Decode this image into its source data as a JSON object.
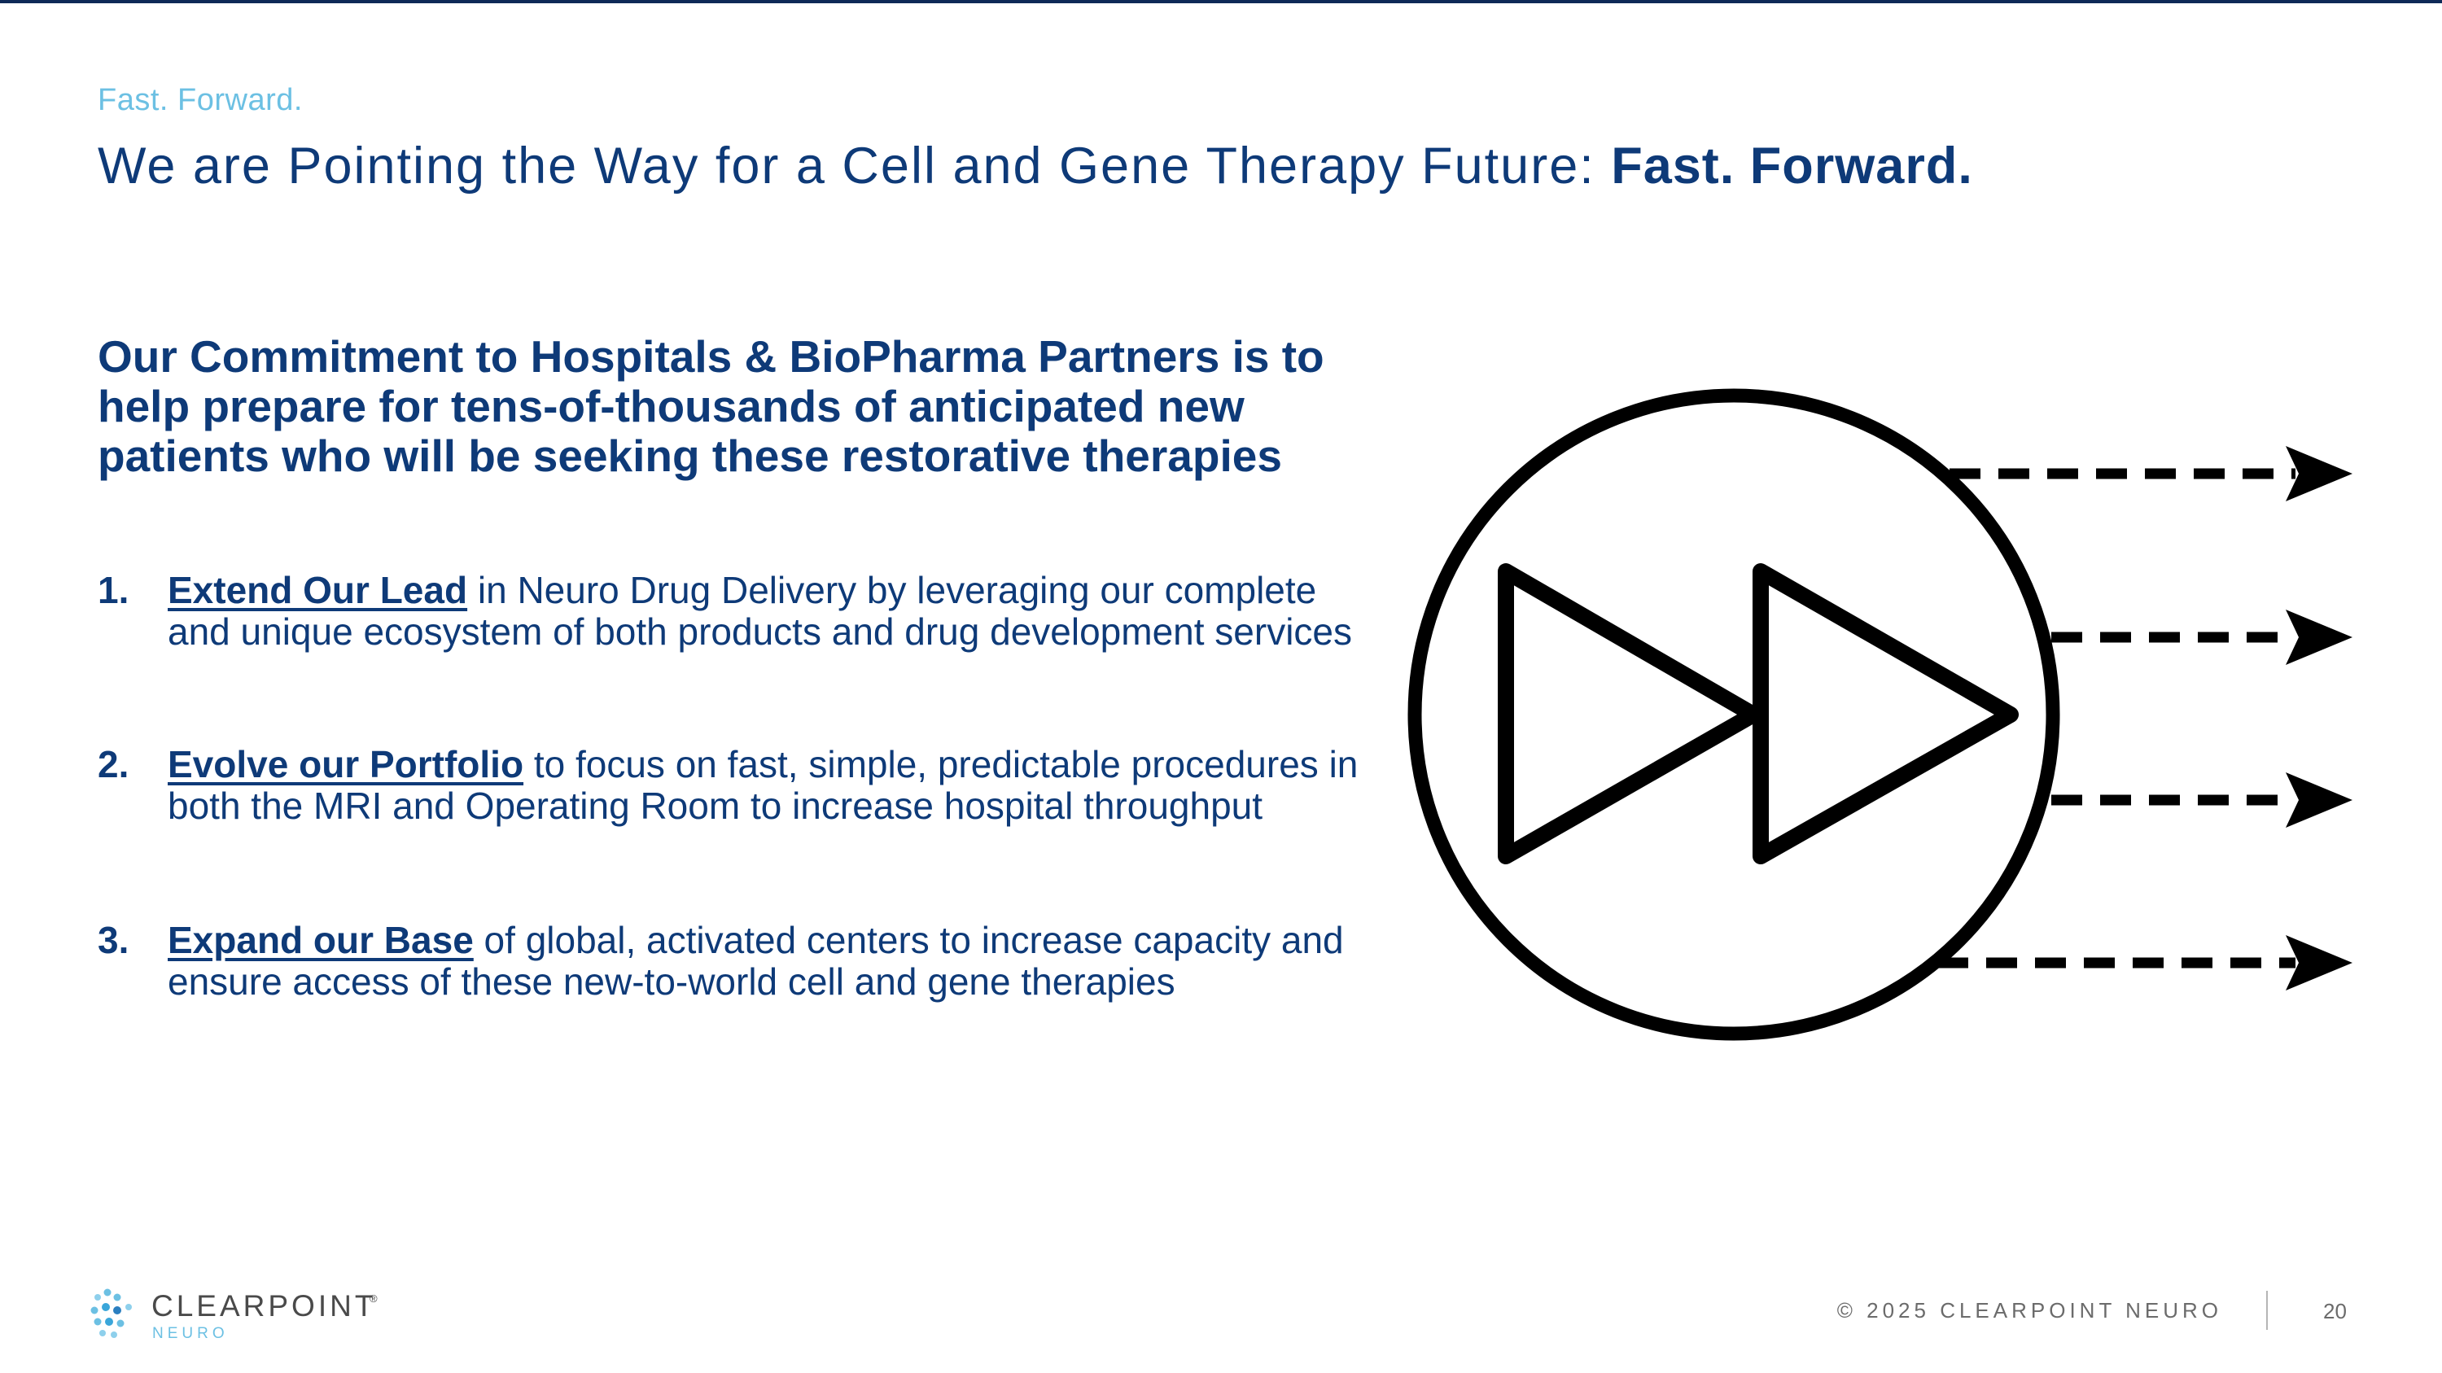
{
  "slide": {
    "eyebrow": "Fast. Forward.",
    "title_main": "We are Pointing the Way for a Cell and Gene Therapy Future: ",
    "title_emphasis": "Fast. Forward.",
    "commitment": "Our Commitment to Hospitals & BioPharma Partners is to help prepare for tens-of-thousands of anticipated new patients who will be seeking these restorative therapies",
    "priorities": [
      {
        "number": "1.",
        "lead": "Extend Our Lead",
        "text": " in Neuro Drug Delivery by leveraging our complete and unique ecosystem of both products and drug development services"
      },
      {
        "number": "2.",
        "lead": "Evolve our Portfolio",
        "text": " to focus on fast, simple, predictable procedures in both the MRI and Operating Room to increase hospital throughput"
      },
      {
        "number": "3.",
        "lead": "Expand our Base",
        "text": " of global, activated centers to increase capacity and ensure access of these new-to-world cell and gene therapies"
      }
    ],
    "graphic_icon": "fast-forward-icon"
  },
  "footer": {
    "logo_name": "CLEARPOINT",
    "logo_sub": "NEURO",
    "logo_mark": "®",
    "copyright": "© 2025 CLEARPOINT NEURO",
    "page_number": "20"
  },
  "colors": {
    "navy": "#0e3a78",
    "light_blue": "#6cc0e3",
    "top_rule": "#0e2a57",
    "footer_gray": "#6b6b6b"
  }
}
